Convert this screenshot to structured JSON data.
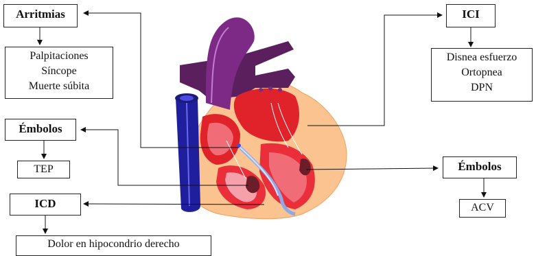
{
  "left": {
    "arritmias": {
      "title": "Arritmias",
      "items": [
        "Palpitaciones",
        "Síncope",
        "Muerte súbita"
      ]
    },
    "embolos": {
      "title": "Émbolos",
      "item": "TEP"
    },
    "icd": {
      "title": "ICD",
      "item": "Dolor en hipocondrio derecho"
    }
  },
  "right": {
    "ici": {
      "title": "ICI",
      "items": [
        "Disnea esfuerzo",
        "Ortopnea",
        "DPN"
      ]
    },
    "embolos": {
      "title": "Émbolos",
      "item": "ACV"
    }
  }
}
